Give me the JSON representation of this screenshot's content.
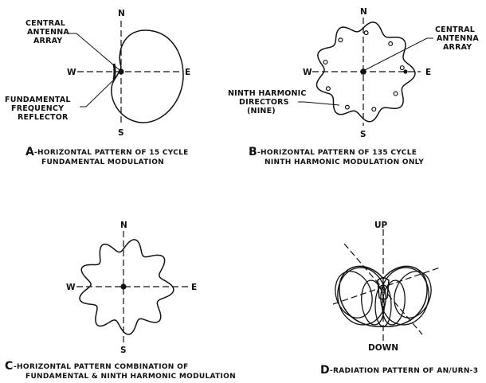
{
  "compass": {
    "north": "N",
    "south": "S",
    "east": "E",
    "west": "W",
    "up": "UP",
    "down": "DOWN"
  },
  "panel_a": {
    "labels": {
      "central_antenna": [
        "CENTRAL",
        "ANTENNA",
        "ARRAY"
      ],
      "reflector": [
        "FUNDAMENTAL",
        "FREQUENCY",
        "REFLECTOR"
      ]
    },
    "caption_letter": "A",
    "caption": [
      "-HORIZONTAL PATTERN OF 15 CYCLE",
      "FUNDAMENTAL MODULATION"
    ]
  },
  "panel_b": {
    "labels": {
      "central_antenna": [
        "CENTRAL",
        "ANTENNA",
        "ARRAY"
      ],
      "directors": [
        "NINTH HARMONIC",
        "DIRECTORS",
        "(NINE)"
      ]
    },
    "caption_letter": "B",
    "caption": [
      "-HORIZONTAL PATTERN OF 135 CYCLE",
      "NINTH HARMONIC MODULATION ONLY"
    ]
  },
  "panel_c": {
    "caption_letter": "C",
    "caption": [
      "-HORIZONTAL PATTERN COMBINATION OF",
      "FUNDAMENTAL & NINTH HARMONIC MODULATION"
    ]
  },
  "panel_d": {
    "caption_letter": "D",
    "caption": [
      "-RADIATION PATTERN OF AN/URN-3"
    ]
  }
}
